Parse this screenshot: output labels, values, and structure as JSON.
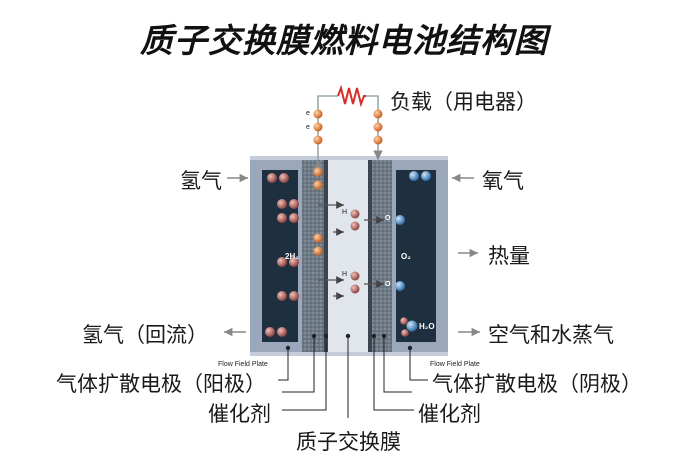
{
  "title": "质子交换膜燃料电池结构图",
  "labels": {
    "load": "负载（用电器）",
    "hydrogen_in": "氢气",
    "oxygen_in": "氧气",
    "heat": "热量",
    "hydrogen_return": "氢气（回流）",
    "air_water": "空气和水蒸气",
    "gdl_anode": "气体扩散电极（阳极）",
    "gdl_cathode": "气体扩散电极（阴极）",
    "catalyst_left": "催化剂",
    "catalyst_right": "催化剂",
    "membrane": "质子交换膜",
    "flow_plate_left": "Flow Field Plate",
    "flow_plate_right": "Flow Field Plate",
    "anode_gas": "2H₂",
    "cathode_gas": "O₂",
    "water": "H₂O",
    "electron": "e",
    "proton": "H",
    "oxygen_atom": "O"
  },
  "colors": {
    "plate": "#9aa6b8",
    "channel": "#1e2f40",
    "diffusion": "#6f7a86",
    "membrane": "#dfe4ea",
    "electron": "#e07a3c",
    "hydrogen": "#b86a6a",
    "oxygen": "#4e8fc8",
    "resistor": "#d7302a"
  }
}
